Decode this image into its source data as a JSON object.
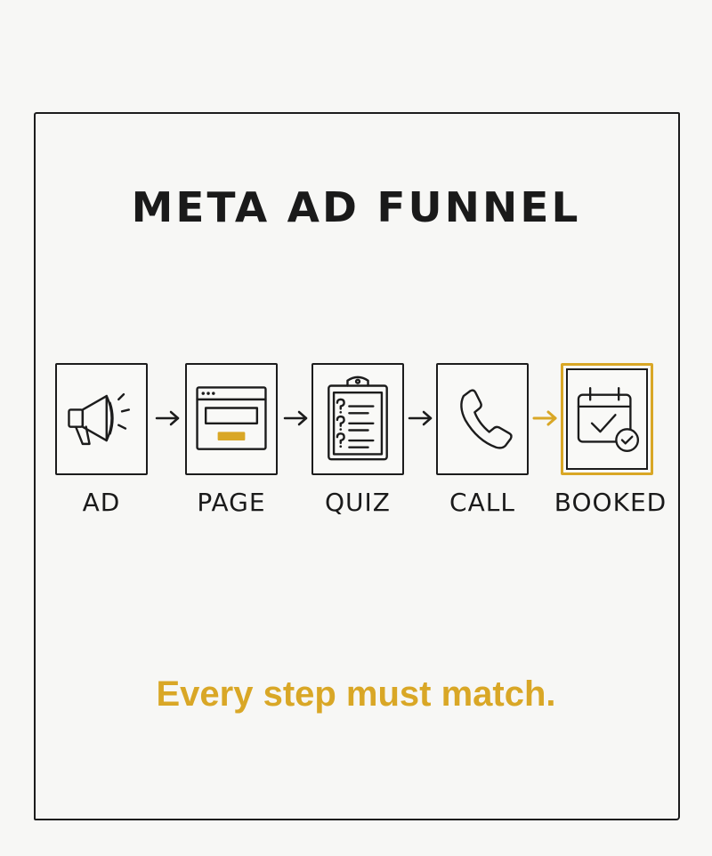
{
  "title": "META AD FUNNEL",
  "steps": [
    {
      "label": "AD",
      "icon": "megaphone-icon"
    },
    {
      "label": "PAGE",
      "icon": "webpage-icon"
    },
    {
      "label": "QUIZ",
      "icon": "clipboard-quiz-icon"
    },
    {
      "label": "CALL",
      "icon": "phone-icon"
    },
    {
      "label": "BOOKED",
      "icon": "calendar-check-icon"
    }
  ],
  "tagline": "Every step must match.",
  "colors": {
    "ink": "#1c1c1c",
    "accent": "#d9a726",
    "background": "#f7f7f5"
  }
}
